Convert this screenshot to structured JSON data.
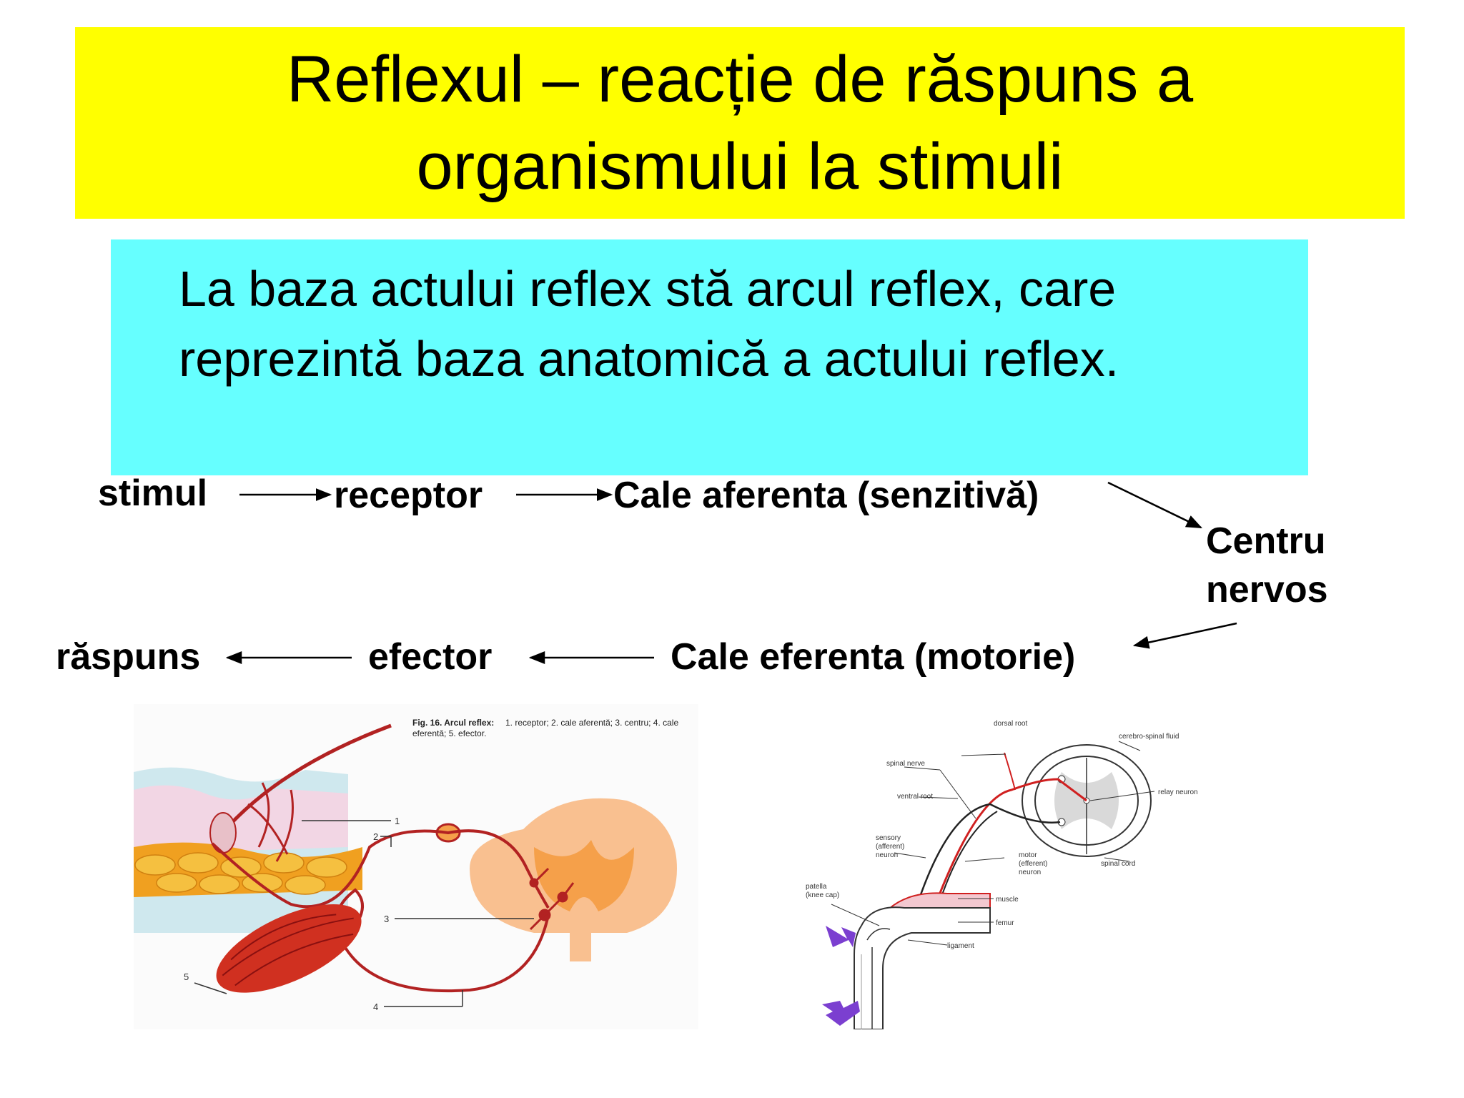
{
  "title": {
    "line1": "Reflexul – reacție de răspuns a",
    "line2": "organismului la stimuli"
  },
  "info": {
    "line1": "La baza actului reflex stă arcul reflex, care",
    "line2": "reprezintă baza anatomică a actului reflex."
  },
  "flow": {
    "stimul": "stimul",
    "receptor": "receptor",
    "cale_aferenta": "Cale aferenta (senzitivă)",
    "centru_line1": "Centru",
    "centru_line2": "nervos",
    "cale_eferenta": "Cale eferenta (motorie)",
    "efector": "efector",
    "raspuns": "răspuns"
  },
  "figure_left": {
    "caption_bold": "Fig. 16. Arcul reflex:",
    "caption_rest_line1": "1. receptor; 2. cale aferentă; 3. centru; 4. cale",
    "caption_rest_line2": "eferentă; 5. efector.",
    "labels": [
      "1",
      "2",
      "3",
      "4",
      "5"
    ]
  },
  "figure_right": {
    "labels": {
      "dorsal_root": "dorsal root",
      "csf": "cerebro-spinal fluid",
      "spinal_nerve": "spinal nerve",
      "ventral_root": "ventral root",
      "relay_neuron": "relay neuron",
      "sensory_1": "sensory",
      "sensory_2": "(afferent)",
      "sensory_3": "neuron",
      "motor_1": "motor",
      "motor_2": "(efferent)",
      "motor_3": "neuron",
      "spinal_cord": "spinal cord",
      "patella_1": "patella",
      "patella_2": "(knee cap)",
      "muscle": "muscle",
      "femur": "femur",
      "ligament": "ligament"
    }
  },
  "colors": {
    "title_bg": "#ffff00",
    "info_bg": "#66ffff",
    "nerve": "#b22222",
    "cord": "#f5a04a",
    "arrow_purple": "#7b3fd0"
  }
}
